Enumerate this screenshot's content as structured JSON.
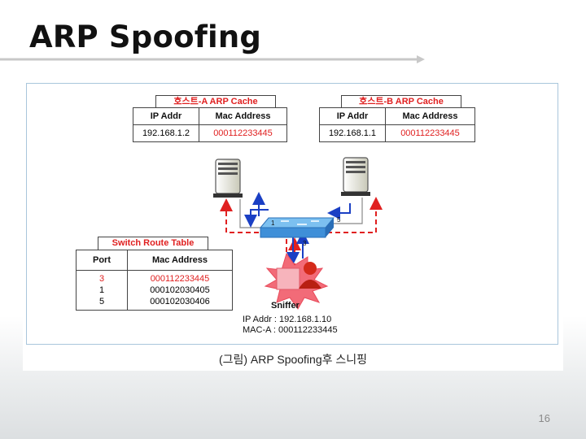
{
  "slide": {
    "title": "ARP Spoofing",
    "page_number": "16"
  },
  "diagram": {
    "host_a": {
      "title": "호스트-A ARP Cache",
      "headers": [
        "IP Addr",
        "Mac Address"
      ],
      "row": [
        "192.168.1.2",
        "000112233445"
      ]
    },
    "host_b": {
      "title": "호스트-B ARP Cache",
      "headers": [
        "IP Addr",
        "Mac Address"
      ],
      "row": [
        "192.168.1.1",
        "000112233445"
      ]
    },
    "switch_table": {
      "title": "Switch Route Table",
      "headers": [
        "Port",
        "Mac Address"
      ],
      "ports": [
        "3",
        "1",
        "5"
      ],
      "macs": [
        "000112233445",
        "000102030405",
        "000102030406"
      ]
    },
    "switch_ports": [
      "1",
      "3",
      "5"
    ],
    "sniffer": {
      "label": "Sniffer",
      "ip_line": "IP Addr : 192.168.1.10",
      "mac_line": "MAC-A : 000112233445"
    },
    "caption": "(그림) ARP Spoofing후 스니핑",
    "colors": {
      "red": "#e02020",
      "blue": "#1a3fc4",
      "switch": "#3f8fd8",
      "burst": "#f26b78"
    }
  }
}
